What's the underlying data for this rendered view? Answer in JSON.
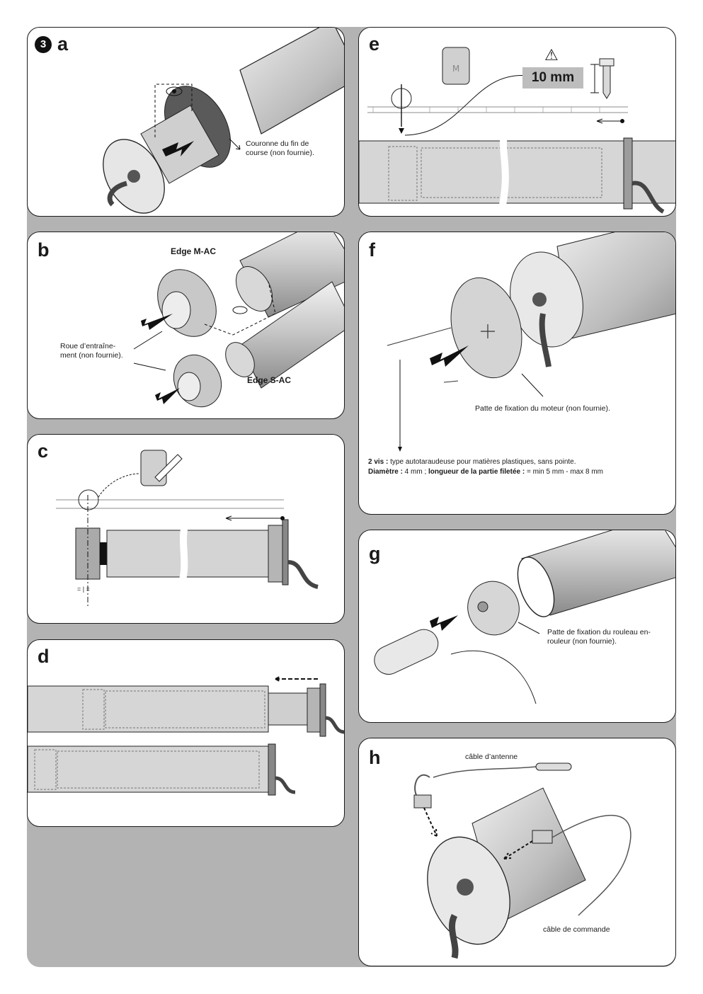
{
  "step_number": "3",
  "colors": {
    "background_frame": "#b3b3b3",
    "panel": "#ffffff",
    "ink": "#1a1a1a",
    "metal": "#c9c9c9"
  },
  "panels": {
    "a": {
      "letter": "a",
      "caption": "Couronne du fin de course (non fournie)."
    },
    "b": {
      "letter": "b",
      "model_m": "Edge M-AC",
      "model_s": "Edge S-AC",
      "caption": "Roue d’entraîne-ment (non fournie)."
    },
    "c": {
      "letter": "c",
      "equal_mark": "= | ="
    },
    "d": {
      "letter": "d"
    },
    "e": {
      "letter": "e",
      "measure": "10 mm",
      "warning_icon": "⚠",
      "marker_label": "M"
    },
    "f": {
      "letter": "f",
      "caption": "Patte de fixation du moteur (non fournie).",
      "screws_label": "2 vis :",
      "screws_text": " type autotaraudeuse pour matières plastiques, sans pointe.",
      "diam_label": "Diamètre :",
      "diam_value": " 4 mm ; ",
      "length_label": "longueur de la partie filetée :",
      "length_value": " = min 5 mm - max 8 mm"
    },
    "g": {
      "letter": "g",
      "caption": "Patte de fixation du rouleau en-rouleur (non fournie)."
    },
    "h": {
      "letter": "h",
      "antenna_label": "câble d’antenne",
      "command_label": "câble de commande"
    }
  }
}
